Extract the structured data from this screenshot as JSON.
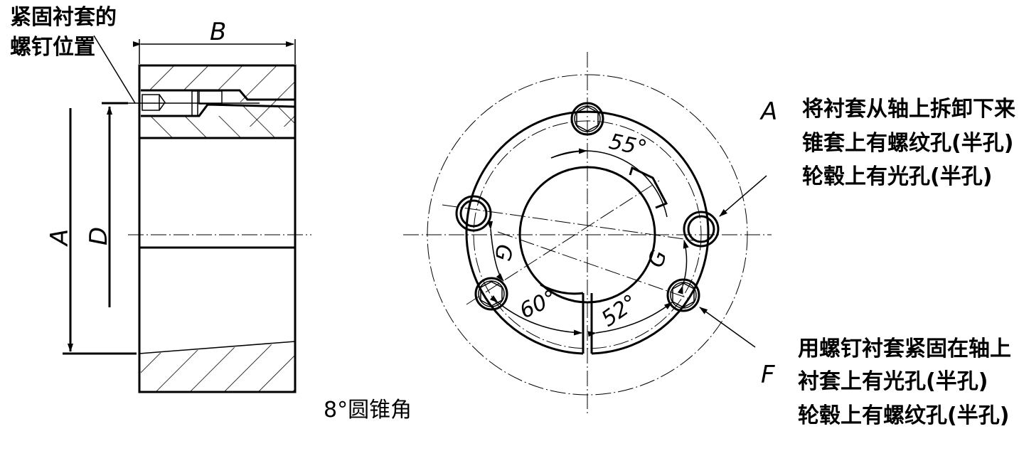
{
  "left_view": {
    "screw_label_line1": "紧固衬套的",
    "screw_label_line2": "螺钉位置",
    "dim_b": "B",
    "dim_a": "A",
    "dim_d": "D",
    "cone_angle": "8°圆锥角"
  },
  "right_view": {
    "angle_top": "55°",
    "angle_bottom_left": "60°",
    "angle_bottom_right": "52°",
    "g_left": "G",
    "g_right": "G"
  },
  "notes": {
    "a_marker": "A",
    "a_line1": "将衬套从轴上拆卸下来",
    "a_line2": "锥套上有螺纹孔(半孔)",
    "a_line3": "轮毂上有光孔(半孔)",
    "f_marker": "F",
    "f_line1": "用螺钉衬套紧固在轴上",
    "f_line2": "衬套上有光孔(半孔)",
    "f_line3": "轮毂上有螺纹孔(半孔)"
  }
}
